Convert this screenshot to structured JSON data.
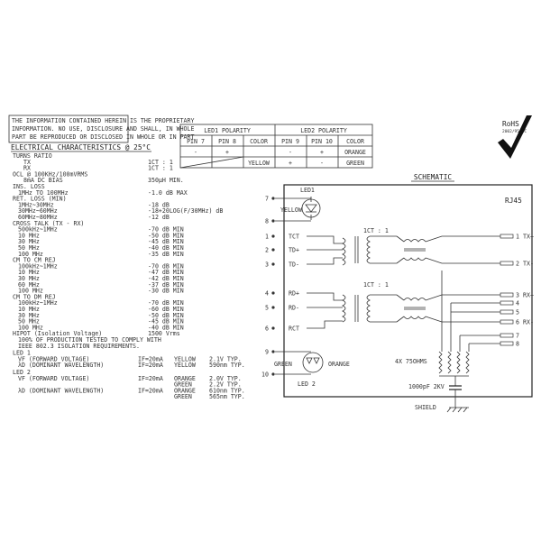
{
  "notice": {
    "lines": [
      "THE INFORMATION CONTAINED HEREIN IS THE PROPRIETARY",
      "INFORMATION. NO USE, DISCLOSURE AND SHALL, IN WHOLE",
      "PART BE REPRODUCED OR DISCLOSED IN WHOLE OR IN PART"
    ]
  },
  "led_table": {
    "led1_header": "LED1 POLARITY",
    "led2_header": "LED2 POLARITY",
    "cols": [
      "PIN 7",
      "PIN 8",
      "COLOR",
      "PIN 9",
      "PIN 10",
      "COLOR"
    ],
    "rows": [
      [
        "-",
        "+",
        "",
        "-",
        "+",
        "ORANGE"
      ],
      [
        "",
        "",
        "YELLOW",
        "+",
        "-",
        "GREEN"
      ]
    ]
  },
  "rohs": {
    "label": "RoHS",
    "sub": "2002/95/EC"
  },
  "electrical": {
    "title": "ELECTRICAL CHARACTERISTICS @ 25°C",
    "rows": [
      {
        "indent": 0,
        "label": "TURNS RATIO",
        "value": ""
      },
      {
        "indent": 2,
        "label": "TX",
        "value": "1CT : 1"
      },
      {
        "indent": 2,
        "label": "RX",
        "value": "1CT : 1"
      },
      {
        "indent": 0,
        "label": "OCL @ 100KHz/100mVRMS",
        "value": ""
      },
      {
        "indent": 2,
        "label": "8mA DC BIAS",
        "value": "350μH MIN."
      },
      {
        "indent": 0,
        "label": "INS. LOSS",
        "value": ""
      },
      {
        "indent": 1,
        "label": "1MHz TO 100MHz",
        "value": "-1.0 dB MAX"
      },
      {
        "indent": 0,
        "label": "RET. LOSS (MIN)",
        "value": ""
      },
      {
        "indent": 1,
        "label": "1MHz~30MHz",
        "value": "-18 dB"
      },
      {
        "indent": 1,
        "label": "30MHz~60MHz",
        "value": "-18+20LOG(F/30MHz) dB"
      },
      {
        "indent": 1,
        "label": "60MHz~80MHz",
        "value": "-12 dB"
      },
      {
        "indent": 0,
        "label": "CROSS TALK (TX - RX)",
        "value": ""
      },
      {
        "indent": 1,
        "label": "500kHz~1MHz",
        "value": "-70 dB MIN"
      },
      {
        "indent": 1,
        "label": "10 MHz",
        "value": "-50 dB MIN"
      },
      {
        "indent": 1,
        "label": "30 MHz",
        "value": "-45 dB MIN"
      },
      {
        "indent": 1,
        "label": "50 MHz",
        "value": "-40 dB MIN"
      },
      {
        "indent": 1,
        "label": "100 MHz",
        "value": "-35 dB MIN"
      },
      {
        "indent": 0,
        "label": "CM TO CM REJ",
        "value": ""
      },
      {
        "indent": 1,
        "label": "100kHz~1MHz",
        "value": "-70 dB MIN"
      },
      {
        "indent": 1,
        "label": "10 MHz",
        "value": "-47 dB MIN"
      },
      {
        "indent": 1,
        "label": "30 MHz",
        "value": "-42 dB MIN"
      },
      {
        "indent": 1,
        "label": "60 MHz",
        "value": "-37 dB MIN"
      },
      {
        "indent": 1,
        "label": "100 MHz",
        "value": "-30 dB MIN"
      },
      {
        "indent": 0,
        "label": "CM TO DM REJ",
        "value": ""
      },
      {
        "indent": 1,
        "label": "100kHz~1MHz",
        "value": "-70 dB MIN"
      },
      {
        "indent": 1,
        "label": "10 MHz",
        "value": "-60 dB MIN"
      },
      {
        "indent": 1,
        "label": "30 MHz",
        "value": "-50 dB MIN"
      },
      {
        "indent": 1,
        "label": "50 MHz",
        "value": "-45 dB MIN"
      },
      {
        "indent": 1,
        "label": "100 MHz",
        "value": "-40 dB MIN"
      },
      {
        "indent": 0,
        "label": "HIPOT (Isolation Voltage)",
        "value": "1500 Vrms"
      },
      {
        "indent": 1,
        "label": "100% OF PRODUCTION TESTED TO COMPLY WITH",
        "value": ""
      },
      {
        "indent": 1,
        "label": "IEEE 802.3 ISOLATION REQUIREMENTS.",
        "value": ""
      }
    ],
    "led1_title": "LED 1",
    "led1_rows": [
      {
        "label": "VF (FORWARD VOLTAGE)",
        "cond": "IF=20mA",
        "color": "YELLOW",
        "val": "2.1V TYP."
      },
      {
        "label": "λD (DOMINANT WAVELENGTH)",
        "cond": "IF=20mA",
        "color": "YELLOW",
        "val": "590nm TYP."
      }
    ],
    "led2_title": "LED 2",
    "led2_rows": [
      {
        "label": "VF (FORWARD VOLTAGE)",
        "cond": "IF=20mA",
        "color": "ORANGE",
        "val": "2.0V TYP."
      },
      {
        "label": "",
        "cond": "",
        "color": "GREEN",
        "val": "2.2V TYP."
      },
      {
        "label": "λD (DOMINANT WAVELENGTH)",
        "cond": "IF=20mA",
        "color": "ORANGE",
        "val": "610nm TYP."
      },
      {
        "label": "",
        "cond": "",
        "color": "GREEN",
        "val": "565nm TYP."
      }
    ]
  },
  "schematic": {
    "title": "SCHEMATIC",
    "connector": "RJ45",
    "led1_label": "LED1",
    "led1_color": "YELLOW",
    "led2_label": "LED 2",
    "led2_color_a": "GREEN",
    "led2_color_b": "ORANGE",
    "ratio_tx": "1CT : 1",
    "ratio_rx": "1CT : 1",
    "resistors": "4X 75OHMS",
    "capacitor": "1000pF 2KV",
    "shield": "SHIELD",
    "left_pins": [
      {
        "num": "7",
        "label": ""
      },
      {
        "num": "8",
        "label": ""
      },
      {
        "num": "1",
        "label": "TCT"
      },
      {
        "num": "2",
        "label": "TD+"
      },
      {
        "num": "3",
        "label": "TD-"
      },
      {
        "num": "4",
        "label": "RD+"
      },
      {
        "num": "5",
        "label": "RD-"
      },
      {
        "num": "6",
        "label": "RCT"
      },
      {
        "num": "9",
        "label": ""
      },
      {
        "num": "10",
        "label": ""
      }
    ],
    "right_pins": [
      {
        "num": "1",
        "label": "TX+"
      },
      {
        "num": "2",
        "label": "TX-"
      },
      {
        "num": "3",
        "label": "RX+"
      },
      {
        "num": "4",
        "label": ""
      },
      {
        "num": "5",
        "label": ""
      },
      {
        "num": "6",
        "label": "RX-"
      },
      {
        "num": "7",
        "label": ""
      },
      {
        "num": "8",
        "label": ""
      }
    ]
  }
}
